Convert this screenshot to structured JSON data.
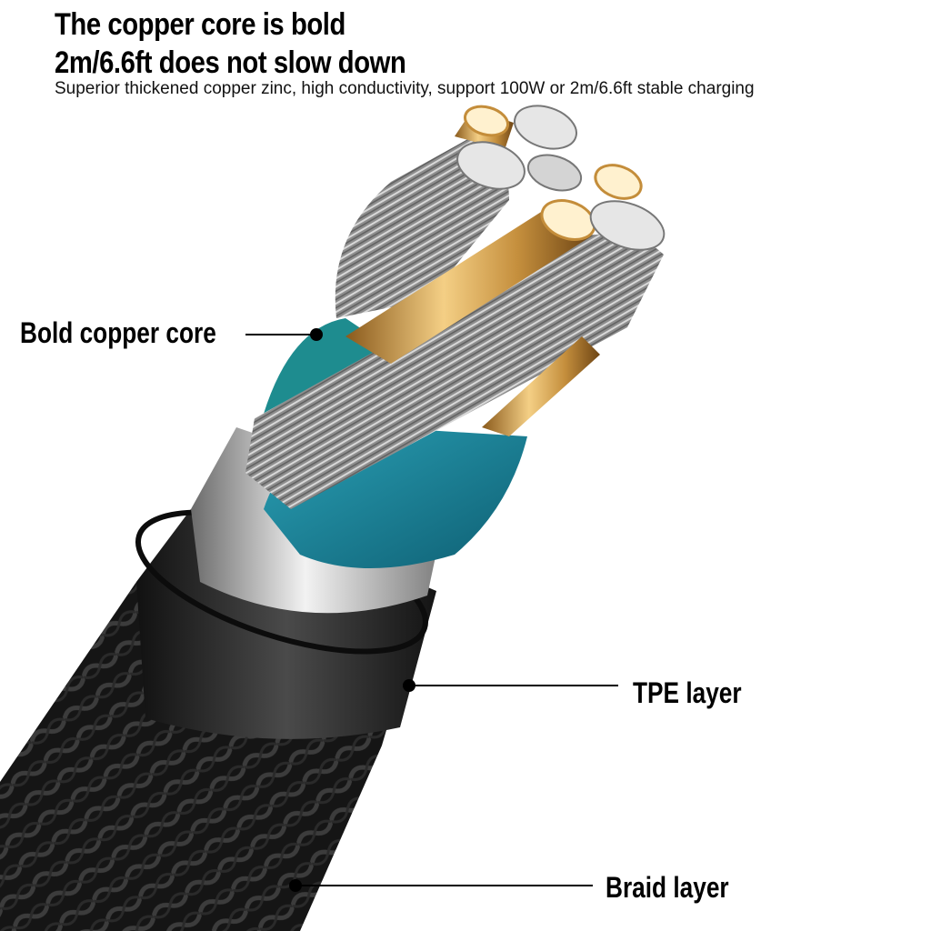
{
  "header": {
    "title_line1": "The copper core is bold",
    "title_line2": "2m/6.6ft does not slow down",
    "subtitle": "Superior thickened copper zinc, high conductivity, support 100W or 2m/6.6ft stable charging"
  },
  "callouts": {
    "core": "Bold copper core",
    "tpe": "TPE layer",
    "braid": "Braid layer"
  },
  "colors": {
    "braid": "#1a1a1a",
    "tpe": "#2a2a2a",
    "foil": "#c9c9c9",
    "insulation": "#1f8aa0",
    "copper": "#d4a050",
    "tinned_strand": "#a7a7a7"
  }
}
